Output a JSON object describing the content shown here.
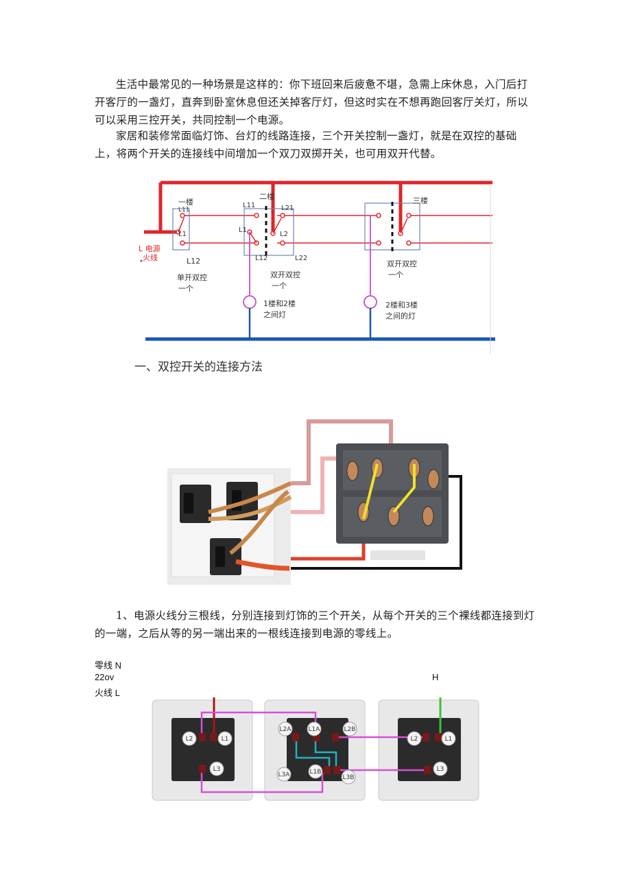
{
  "paragraphs": {
    "p1": "生活中最常见的一种场景是这样的：你下班回来后疲惫不堪，急需上床休息，入门后打开客厅的一盏灯，直奔到卧室休息但还关掉客厅灯，但这时实在不想再跑回客厅关灯，所以可以采用三控开关，共同控制一个电源。",
    "p2": "家居和装修常面临灯饰、台灯的线路连接，三个开关控制一盏灯，就是在双控的基础上，将两个开关的连接线中间增加一个双刀双掷开关，也可用双开代替。",
    "p3": "1、电源火线分三根线，分别连接到灯饰的三个开关，从每个开关的三个裸线都连接到灯的一端，之后从等的另一端出来的一根线连接到电源的零线上。"
  },
  "heading": "一、双控开关的连接方法",
  "diagram1": {
    "power_l": "L 电源",
    "power_fire": "火线",
    "floor1": "一楼",
    "floor2": "二楼",
    "floor3": "三楼",
    "l11": "L11",
    "l1": "L1",
    "l12": "L12",
    "l11_b": "L11",
    "l1_b": "L1",
    "l21": "L21",
    "l2": "L2",
    "l12_b": "L12",
    "l22": "L22",
    "single_switch": "单开双控",
    "single_count": "一个",
    "double_switch": "双开双控",
    "double_count": "一个",
    "double_switch_3": "双开双控",
    "double_count_3": "一个",
    "lamp12_a": "1楼和2楼",
    "lamp12_b": "之间灯",
    "lamp23_a": "2楼和3楼",
    "lamp23_b": "之间的灯"
  },
  "diagram3": {
    "neutral": "零线 N",
    "voltage": "22ov",
    "fire": "火线 L",
    "h": "H",
    "left": {
      "l2": "L2",
      "l1": "L1",
      "l3": "L3"
    },
    "middle": {
      "l2a": "L2A",
      "l1a": "L1A",
      "l2b": "L2B",
      "l3a": "L3A",
      "l1b": "L1B",
      "l3b": "L3B"
    },
    "right": {
      "l2": "L2",
      "l1": "L1",
      "l3": "L3"
    }
  },
  "colors": {
    "red": "#e0242a",
    "blue": "#1d55b0",
    "pink": "#d04a86",
    "magenta": "#d64fd6",
    "cyan": "#1fb3c3",
    "green": "#3ac23a",
    "dark_red": "#a8131e"
  }
}
